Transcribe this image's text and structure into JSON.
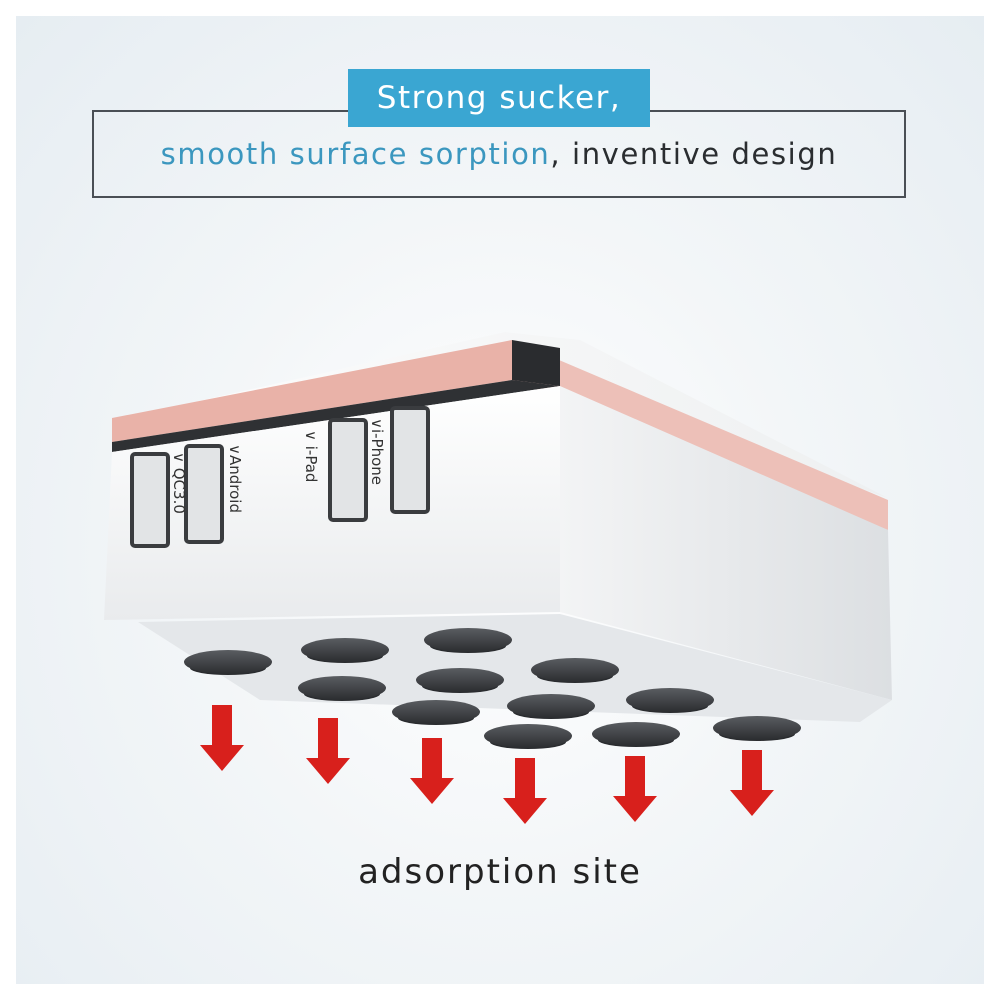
{
  "banner": {
    "tag_text": "Strong sucker,",
    "line_part1": "smooth surface sorption",
    "line_part2": ", inventive design"
  },
  "device": {
    "left_port_labels": [
      "∨ QC3.0",
      "∨Android"
    ],
    "right_port_labels": [
      "∨ i-Pad",
      "∨i-Phone"
    ],
    "body_color": "#f4f5f6",
    "accent_color": "#e9b2a8",
    "suction_cup_color": "#3a3c3f"
  },
  "arrow_color": "#d8201c",
  "caption": "adsorption site"
}
